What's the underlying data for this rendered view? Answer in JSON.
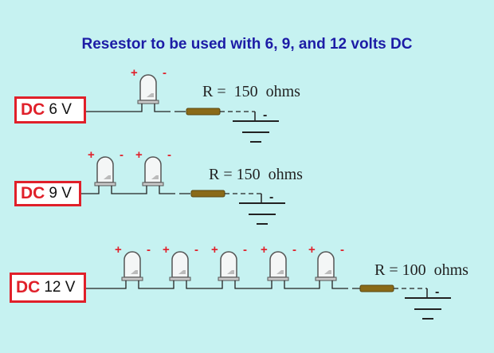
{
  "title": "Resestor to be used with 6, 9, and 12 volts DC",
  "colors": {
    "background": "#c6f2f1",
    "title": "#1c1ca6",
    "dc_red": "#e0202a",
    "resistor": "#8a6a18"
  },
  "circuits": [
    {
      "dc_label": "DC",
      "voltage": "6 V",
      "resistor_label": "R =  150  ohms",
      "led_count": 1,
      "plus": "+",
      "minus": "-",
      "ground_sign": "-"
    },
    {
      "dc_label": "DC",
      "voltage": "9 V",
      "resistor_label": "R = 150  ohms",
      "led_count": 2,
      "plus": "+",
      "minus": "-",
      "ground_sign": "-"
    },
    {
      "dc_label": "DC",
      "voltage": "12 V",
      "resistor_label": "R = 100  ohms",
      "led_count": 5,
      "plus": "+",
      "minus": "-",
      "ground_sign": "-"
    }
  ]
}
